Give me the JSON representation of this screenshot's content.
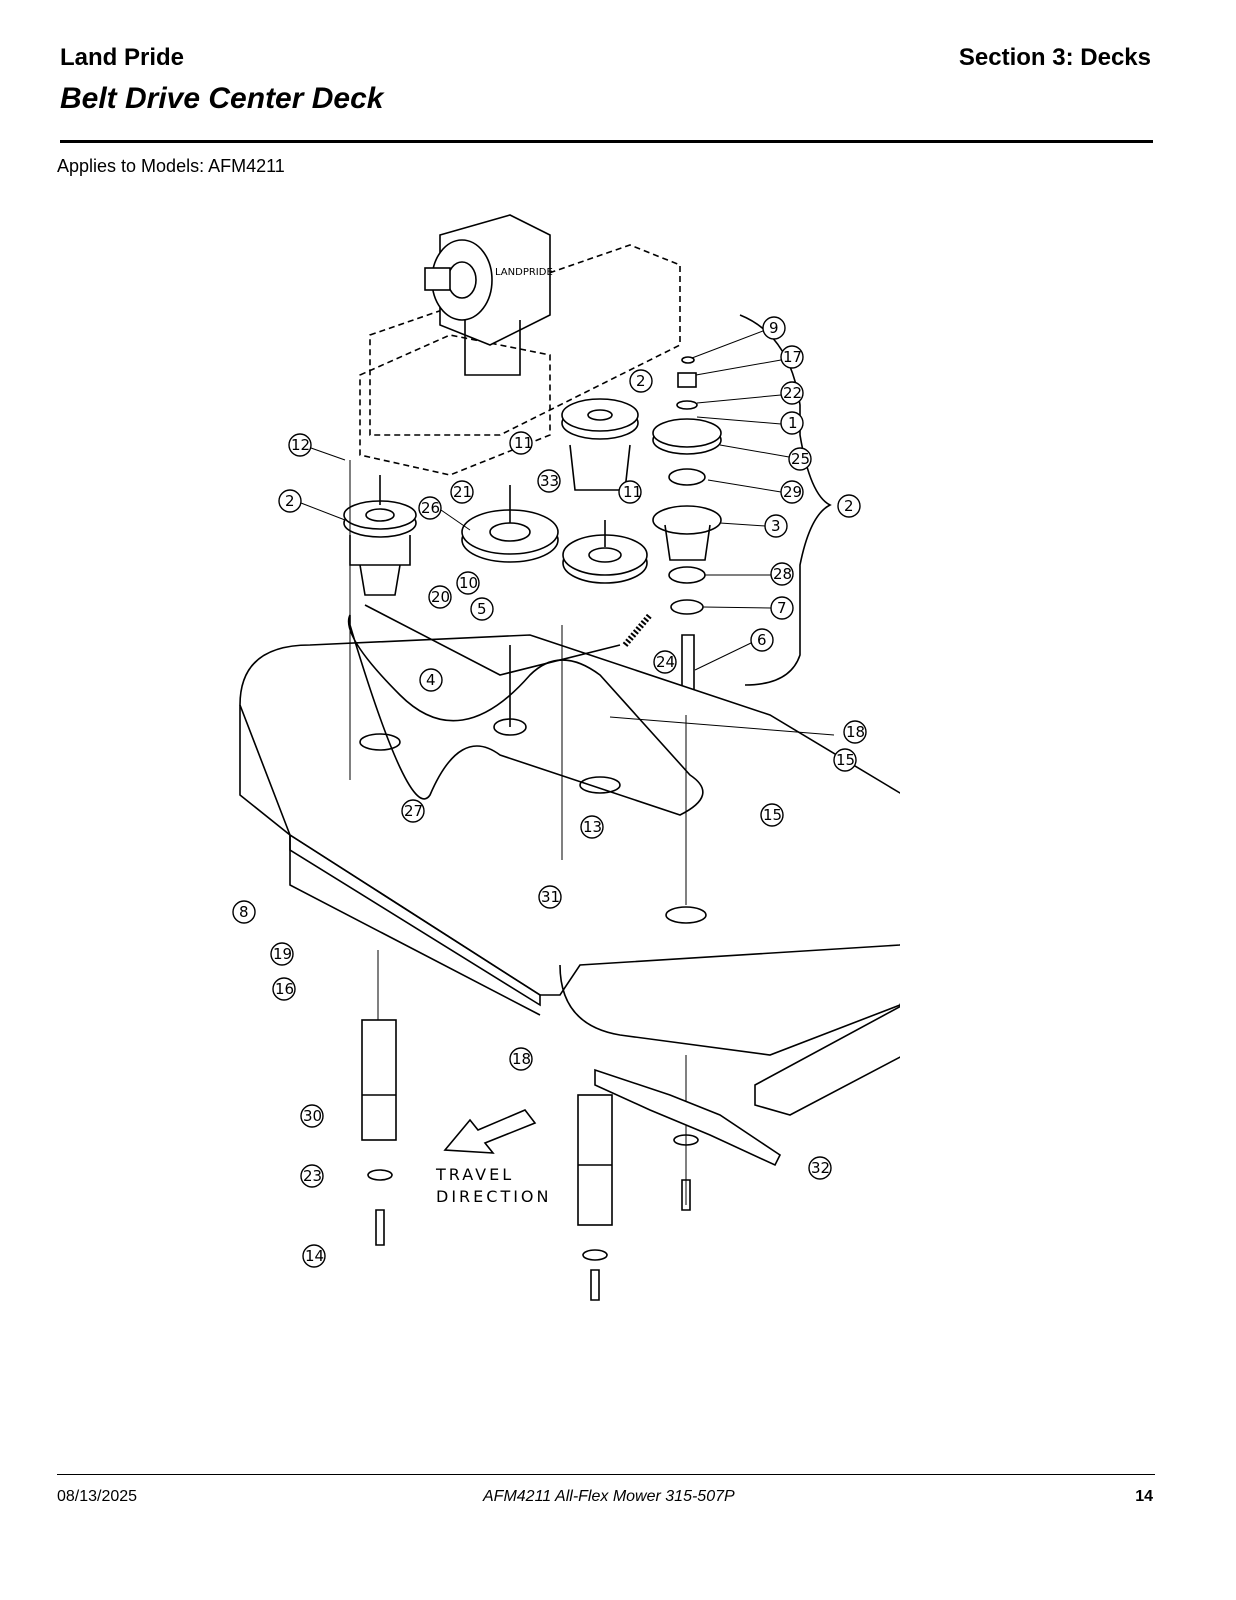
{
  "header": {
    "brand": "Land Pride",
    "section": "Section 3: Decks",
    "title": "Belt Drive Center Deck"
  },
  "applies_to": "Applies to Models: AFM4211",
  "diagram": {
    "callouts": [
      "1",
      "2",
      "3",
      "4",
      "5",
      "6",
      "7",
      "8",
      "9",
      "10",
      "11",
      "12",
      "13",
      "14",
      "15",
      "16",
      "17",
      "18",
      "19",
      "20",
      "21",
      "22",
      "23",
      "24",
      "25",
      "26",
      "27",
      "28",
      "29",
      "30",
      "31",
      "32",
      "33"
    ],
    "travel_label_1": "TRAVEL",
    "travel_label_2": "DIRECTION",
    "gearbox_logo": "LANDPRIDE"
  },
  "footer": {
    "date": "08/13/2025",
    "doc": "AFM4211  All-Flex Mower  315-507P",
    "page": "14"
  }
}
